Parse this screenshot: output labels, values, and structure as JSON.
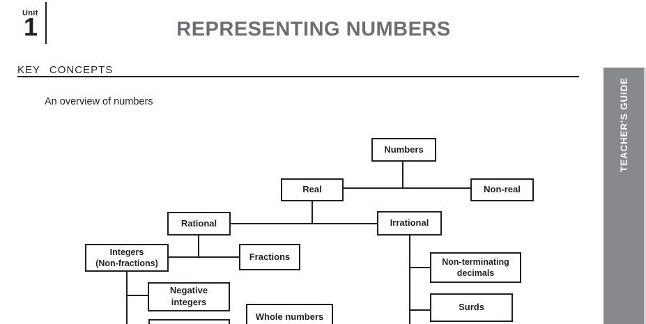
{
  "unit": {
    "label": "Unit",
    "number": "1"
  },
  "title": "REPRESENTING NUMBERS",
  "section": {
    "heading": "KEY CONCEPTS",
    "subtitle": "An overview of numbers"
  },
  "side_tab": {
    "label": "TEACHER'S GUIDE"
  },
  "colors": {
    "title_gray": "#6d6e71",
    "tab_gray": "#87898c",
    "ink": "#231f20"
  },
  "diagram": {
    "nodes": {
      "numbers": {
        "label": "Numbers"
      },
      "real": {
        "label": "Real"
      },
      "non_real": {
        "label": "Non-real"
      },
      "rational": {
        "label": "Rational"
      },
      "irrational": {
        "label": "Irrational"
      },
      "integers": {
        "line1": "Integers",
        "line2": "(Non-fractions)"
      },
      "fractions": {
        "label": "Fractions"
      },
      "negative_integers": {
        "line1": "Negative",
        "line2": "integers"
      },
      "non_terminating_decimals": {
        "line1": "Non-terminating",
        "line2": "decimals"
      },
      "surds": {
        "label": "Surds"
      },
      "whole_numbers": {
        "label": "Whole numbers"
      }
    },
    "edges": [
      {
        "from": "numbers",
        "to": "real"
      },
      {
        "from": "numbers",
        "to": "non_real"
      },
      {
        "from": "real",
        "to": "rational"
      },
      {
        "from": "real",
        "to": "irrational"
      },
      {
        "from": "rational",
        "to": "integers"
      },
      {
        "from": "rational",
        "to": "fractions"
      },
      {
        "from": "integers",
        "to": "negative_integers"
      },
      {
        "from": "irrational",
        "to": "non_terminating_decimals"
      },
      {
        "from": "irrational",
        "to": "surds"
      }
    ]
  }
}
